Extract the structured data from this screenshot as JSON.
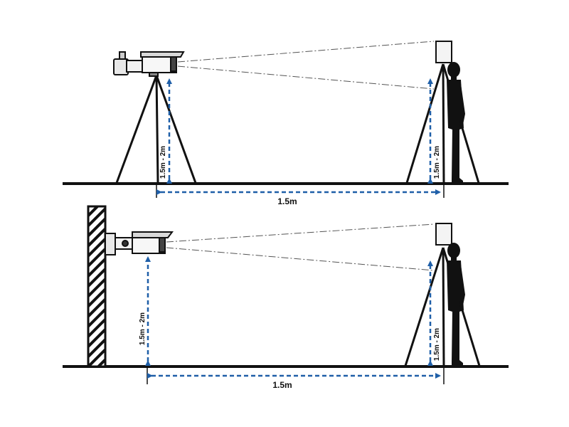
{
  "panels": [
    {
      "mount": "tripod",
      "camera_height_label": "1.5m - 2m",
      "target_height_label": "1.5m - 2m",
      "distance_label": "1.5m"
    },
    {
      "mount": "wall",
      "camera_height_label": "1.5m - 2m",
      "target_height_label": "1.5m - 2m",
      "distance_label": "1.5m"
    }
  ],
  "colors": {
    "dimension_arrow": "#1f5fa8",
    "line": "#111111",
    "sight_line": "#555555"
  }
}
